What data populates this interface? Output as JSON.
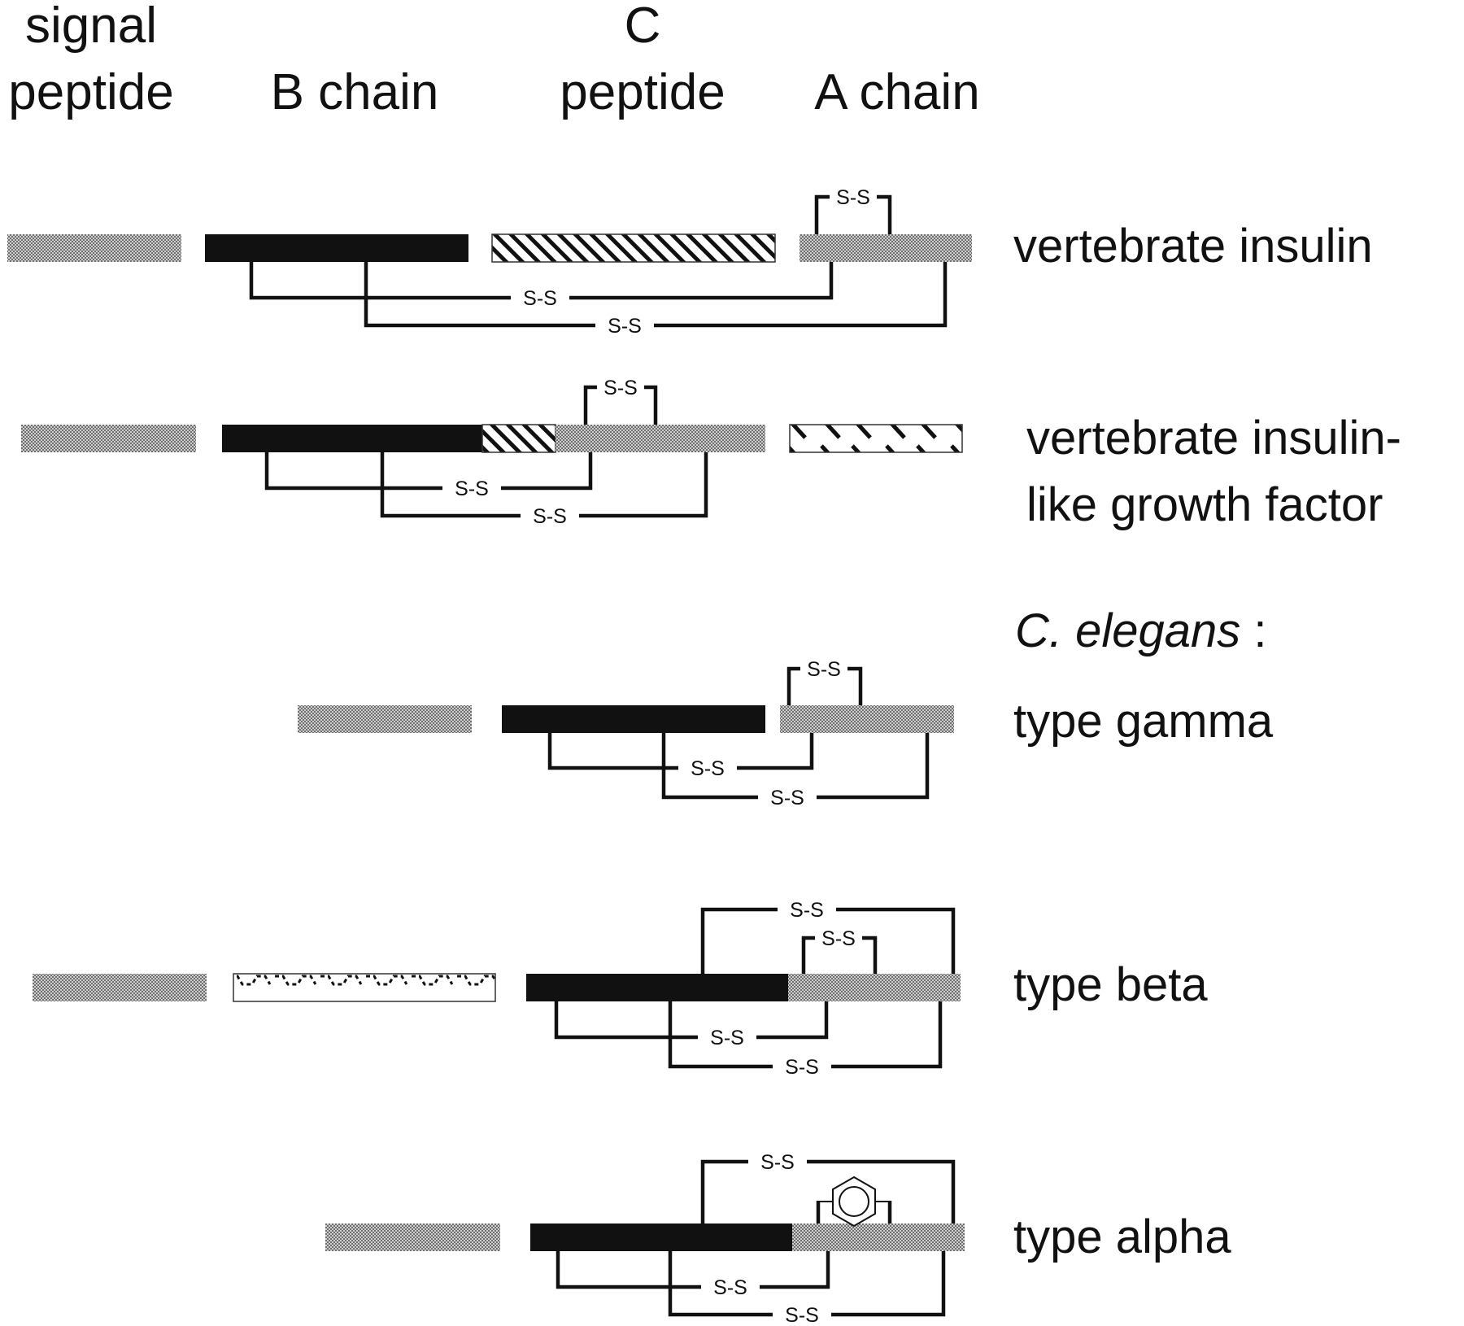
{
  "headers": {
    "signal_peptide": [
      "signal",
      "peptide"
    ],
    "b_chain": "B chain",
    "c_peptide": [
      "C",
      "peptide"
    ],
    "a_chain": "A chain"
  },
  "bond_label": "S-S",
  "rows": {
    "vertebrate_insulin": {
      "label": "vertebrate insulin"
    },
    "igf": {
      "label": [
        "vertebrate insulin-",
        "like growth factor"
      ]
    },
    "c_elegans_heading": {
      "species": "C. elegans",
      "suffix": " :"
    },
    "type_gamma": {
      "label": "type gamma"
    },
    "type_beta": {
      "label": "type beta"
    },
    "type_alpha": {
      "label": "type alpha"
    }
  },
  "segment_styles": {
    "signal_peptide": "dotted-gray",
    "b_chain": "solid-black",
    "c_peptide": "diagonal-hatch",
    "a_chain": "dotted-gray",
    "igf_d_domain": "zigzag-hatch",
    "beta_propeptide": "wavy-hatch"
  },
  "colors": {
    "ink": "#111111",
    "dotted": "#b8b8b8",
    "background": "#ffffff"
  },
  "icons": {
    "alpha_a_chain_ring": "benzene-ring-icon"
  }
}
